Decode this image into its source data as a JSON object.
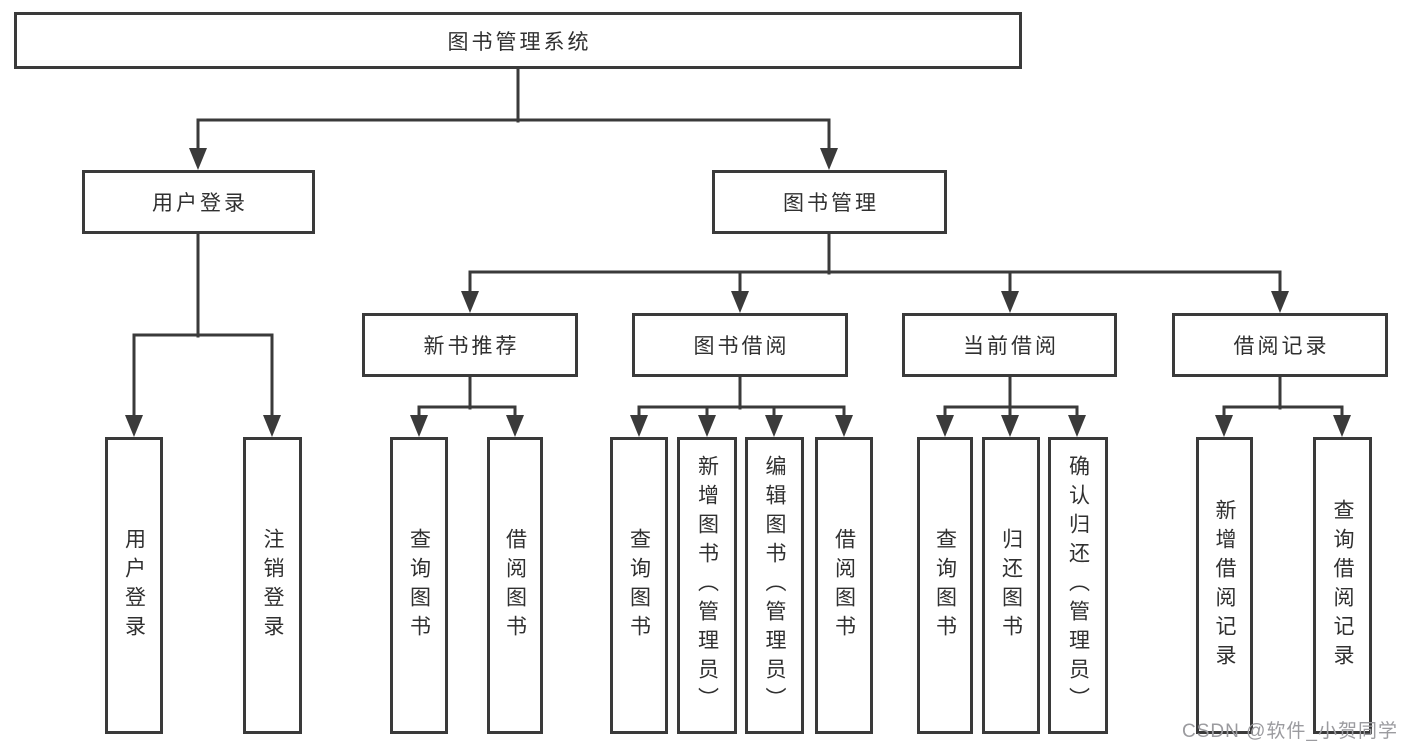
{
  "tree": {
    "root": {
      "label": "图书管理系统"
    },
    "user_login": {
      "label": "用户登录",
      "children": [
        {
          "label": "用户登录"
        },
        {
          "label": "注销登录"
        }
      ]
    },
    "book_management": {
      "label": "图书管理",
      "children": [
        {
          "label": "新书推荐",
          "children": [
            {
              "label": "查询图书"
            },
            {
              "label": "借阅图书"
            }
          ]
        },
        {
          "label": "图书借阅",
          "children": [
            {
              "label": "查询图书"
            },
            {
              "label": "新增图书（管理员）"
            },
            {
              "label": "编辑图书（管理员）"
            },
            {
              "label": "借阅图书"
            }
          ]
        },
        {
          "label": "当前借阅",
          "children": [
            {
              "label": "查询图书"
            },
            {
              "label": "归还图书"
            },
            {
              "label": "确认归还（管理员）"
            }
          ]
        },
        {
          "label": "借阅记录",
          "children": [
            {
              "label": "新增借阅记录"
            },
            {
              "label": "查询借阅记录"
            }
          ]
        }
      ]
    },
    "watermark": "CSDN @软件_小贺同学"
  },
  "colors": {
    "stroke": "#3a3a3a",
    "text": "#303030",
    "watermark": "#9b9b9f",
    "background": "#ffffff"
  }
}
